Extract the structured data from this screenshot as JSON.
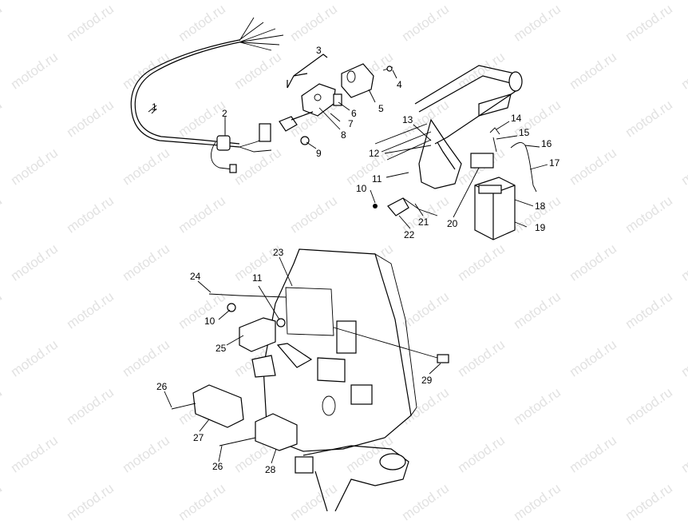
{
  "watermark": "motod.ru",
  "callouts": [
    "1",
    "2",
    "3",
    "4",
    "5",
    "6",
    "7",
    "8",
    "9",
    "10",
    "11",
    "12",
    "13",
    "14",
    "15",
    "16",
    "17",
    "18",
    "19",
    "20",
    "21",
    "22",
    "23",
    "24",
    "10",
    "11",
    "25",
    "26",
    "27",
    "26",
    "28",
    "29"
  ]
}
